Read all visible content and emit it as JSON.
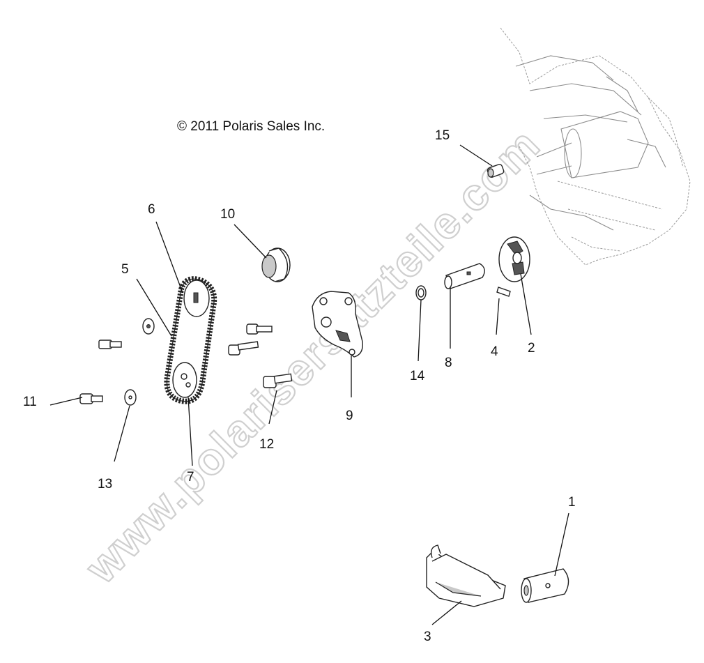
{
  "copyright": "© 2011 Polaris Sales Inc.",
  "watermark": "www.polarisersatzteile.com",
  "labels": {
    "l1": "1",
    "l2": "2",
    "l3": "3",
    "l4": "4",
    "l5": "5",
    "l6": "6",
    "l7": "7",
    "l8": "8",
    "l9": "9",
    "l10": "10",
    "l11": "11",
    "l12": "12",
    "l13": "13",
    "l14": "14",
    "l15": "15"
  },
  "colors": {
    "line": "#111111",
    "watermark_outline": "#cfcfcf",
    "background": "#ffffff"
  }
}
